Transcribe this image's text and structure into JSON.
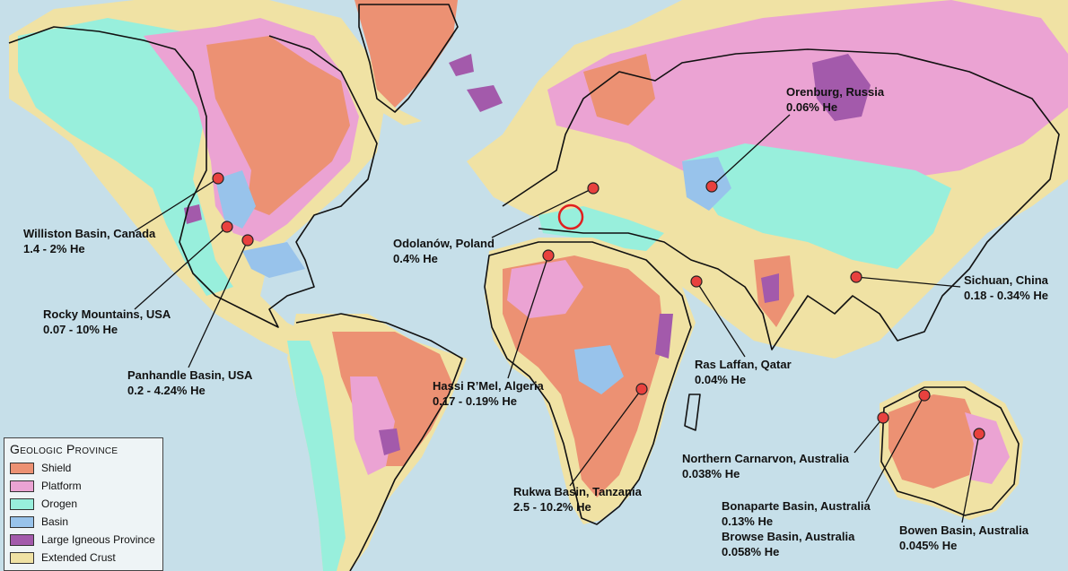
{
  "colors": {
    "ocean": "#c6dfe9",
    "shield": "#ec9173",
    "platform": "#eba3d3",
    "orogen": "#98efdc",
    "basin": "#98c3eb",
    "igneous": "#a35aab",
    "extended": "#f0e2a4",
    "marker": "#e8413e"
  },
  "legend": {
    "title": "Geologic Province",
    "items": [
      {
        "label": "Shield",
        "color": "#ec9173"
      },
      {
        "label": "Platform",
        "color": "#eba3d3"
      },
      {
        "label": "Orogen",
        "color": "#98efdc"
      },
      {
        "label": "Basin",
        "color": "#98c3eb"
      },
      {
        "label": "Large Igneous Province",
        "color": "#a35aab"
      },
      {
        "label": "Extended Crust",
        "color": "#f0e2a4"
      }
    ]
  },
  "sites": [
    {
      "id": "williston",
      "name": "Williston Basin, Canada",
      "helium": "1.4 - 2% He"
    },
    {
      "id": "rocky",
      "name": "Rocky Mountains, USA",
      "helium": "0.07 - 10% He"
    },
    {
      "id": "panhandle",
      "name": "Panhandle Basin, USA",
      "helium": "0.2 - 4.24% He"
    },
    {
      "id": "odolanow",
      "name": "Odolanów, Poland",
      "helium": "0.4% He"
    },
    {
      "id": "hassi",
      "name": "Hassi R’Mel, Algeria",
      "helium": "0.17 - 0.19% He"
    },
    {
      "id": "rukwa",
      "name": "Rukwa Basin, Tanzania",
      "helium": "2.5 - 10.2% He"
    },
    {
      "id": "orenburg",
      "name": "Orenburg, Russia",
      "helium": "0.06% He"
    },
    {
      "id": "raslaffan",
      "name": "Ras Laffan, Qatar",
      "helium": "0.04% He"
    },
    {
      "id": "sichuan",
      "name": "Sichuan, China",
      "helium": "0.18 - 0.34% He"
    },
    {
      "id": "carnarvon",
      "name": "Northern Carnarvon, Australia",
      "helium": "0.038% He"
    },
    {
      "id": "bonaparte",
      "name": "Bonaparte Basin, Australia",
      "helium": "0.13% He"
    },
    {
      "id": "browse",
      "name": "Browse Basin, Australia",
      "helium": "0.058% He"
    },
    {
      "id": "bowen",
      "name": "Bowen Basin, Australia",
      "helium": "0.045% He"
    }
  ]
}
